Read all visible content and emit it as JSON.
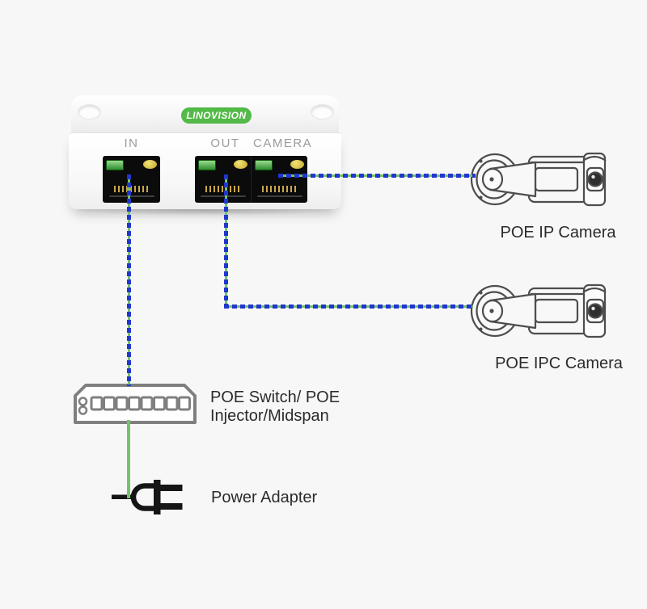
{
  "device": {
    "brand": "LINOVISION",
    "port_in": "IN",
    "port_out": "OUT",
    "port_camera": "CAMERA"
  },
  "labels": {
    "camera_ip": "POE IP Camera",
    "camera_ipc": "POE IPC Camera",
    "switch_line1": "POE Switch/ POE",
    "switch_line2": "Injector/Midspan",
    "power": "Power Adapter"
  },
  "icons": {
    "camera": "bullet-camera-icon",
    "switch": "poe-switch-icon",
    "power": "power-plug-icon",
    "brand_badge": "linovision-badge"
  },
  "colors": {
    "background": "#f7f7f8",
    "brand_green": "#53b948",
    "cable_blue": "#2136ce",
    "cable_green": "#74c269",
    "outline_gray": "#7d7d7d",
    "port_label_gray": "#9b9b9b",
    "text_dark": "#2b2b2b"
  }
}
